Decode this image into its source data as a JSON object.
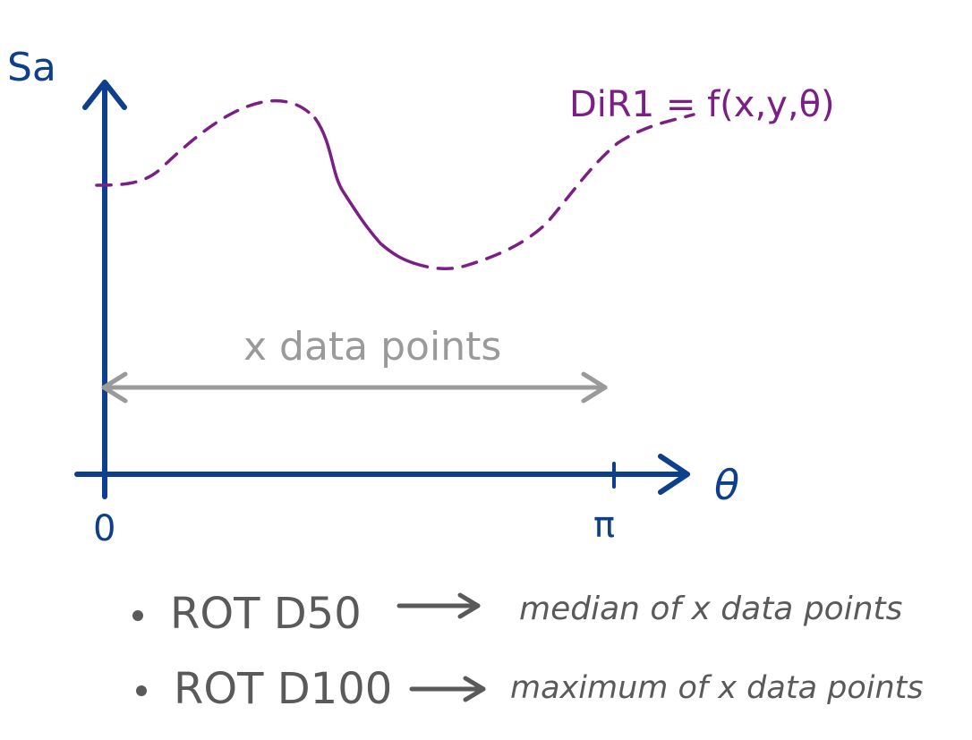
{
  "colors": {
    "axis": "#0d3f8c",
    "curve": "#7b1f86",
    "range": "#9a9a9a",
    "bullets": "#5a5a5a"
  },
  "axes": {
    "y_label": "Sa",
    "x_label": "θ",
    "x_start_label": "0",
    "x_end_label": "π"
  },
  "curve": {
    "label": "DiR1 = f(x,y,θ)"
  },
  "range": {
    "label": "x data points"
  },
  "legend": {
    "items": [
      {
        "term": "ROT D50",
        "description": "median of x data points"
      },
      {
        "term": "ROT D100",
        "description": "maximum of x data points"
      }
    ]
  },
  "icons": {
    "arrow": "right-arrow-icon",
    "bullet": "bullet-icon"
  }
}
